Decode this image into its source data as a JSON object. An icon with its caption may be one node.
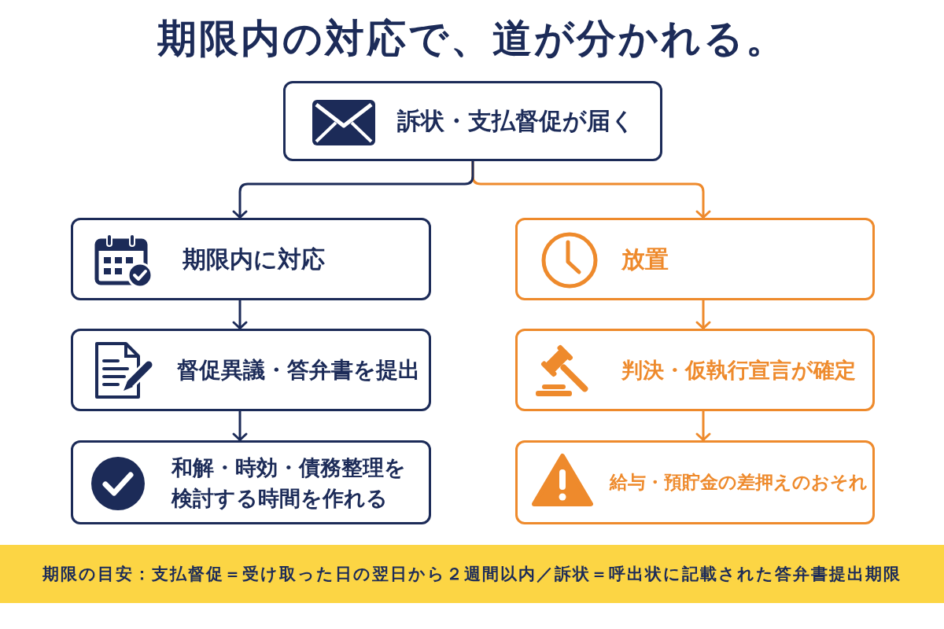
{
  "diagram": {
    "title": "期限内の対応で、道が分かれる。",
    "nodes": [
      {
        "text": [
          "訴状・支払督促が届く"
        ]
      },
      {
        "text": [
          "期限内に対応"
        ]
      },
      {
        "text": [
          "督促異議・答弁書を提出"
        ]
      },
      {
        "text": [
          "和解・時効・債務整理を検討する時間を作れる"
        ]
      },
      {
        "text": [
          "放置"
        ]
      },
      {
        "text": [
          "判決・仮執行宣言が確定"
        ]
      },
      {
        "text": [
          "給与・預貯金の差押えのおそれ"
        ]
      },
      {
        "text": [
          "期限の目安：支払督促＝受け取った日の翌日から２週間以内／訴状＝呼出状に記載された答弁書提出期限"
        ]
      }
    ],
    "edges": [
      {
        "from": 0,
        "to": 1,
        "arrow": "to"
      },
      {
        "from": 1,
        "to": 2,
        "arrow": "to"
      },
      {
        "from": 2,
        "to": 3,
        "arrow": "to"
      },
      {
        "from": 0,
        "to": 4,
        "arrow": "to",
        "color": "#ee8a2c"
      },
      {
        "from": 4,
        "to": 5,
        "arrow": "to",
        "color": "#ee8a2c"
      },
      {
        "from": 5,
        "to": 6,
        "arrow": "to",
        "color": "#ee8a2c"
      }
    ]
  }
}
